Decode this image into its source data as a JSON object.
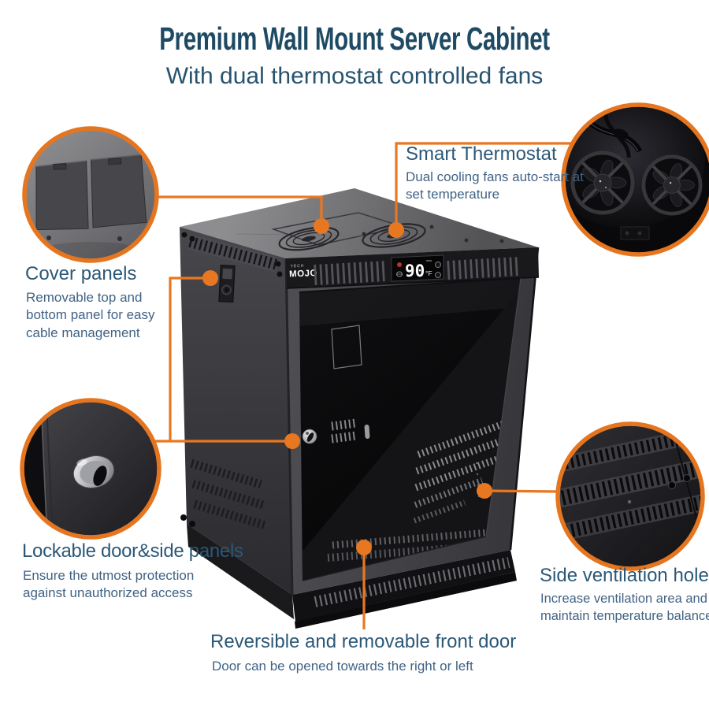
{
  "header": {
    "title": "Premium Wall Mount Server Cabinet",
    "subtitle": "With dual thermostat controlled fans"
  },
  "product": {
    "brand_small": "TECH",
    "brand": "MOJO",
    "display_temp": "90",
    "display_unit": "°F"
  },
  "callouts": {
    "smart_thermostat": {
      "heading": "Smart Thermostat",
      "description": "Dual cooling fans auto-start at set temperature"
    },
    "cover_panels": {
      "heading": "Cover panels",
      "description": "Removable top and bottom panel for easy cable management"
    },
    "lockable_door": {
      "heading": "Lockable door&side panels",
      "description": "Ensure the utmost protection against unauthorized access"
    },
    "side_ventilation": {
      "heading": "Side ventilation holes",
      "description": "Increase ventilation area and maintain temperature balance"
    },
    "front_door": {
      "heading": "Reversible and removable front door",
      "description": "Door can be opened towards the right or left"
    }
  },
  "colors": {
    "accent_orange": "#E87722",
    "title_blue": "#1E4A64",
    "heading_blue": "#2B5877",
    "body_blue": "#416385"
  }
}
